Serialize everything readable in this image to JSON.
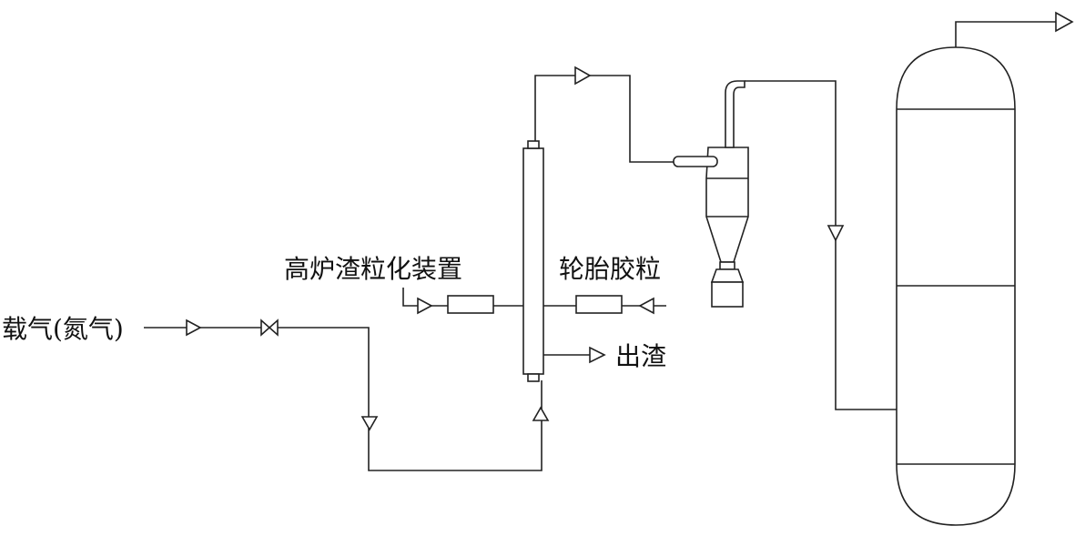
{
  "labels": {
    "carrier_gas": "载气(氮气)",
    "slag_granulator": "高炉渣粒化装置",
    "tire_crumb": "轮胎胶粒",
    "slag_out": "出渣"
  },
  "colors": {
    "line": "#222222",
    "background": "#ffffff"
  }
}
